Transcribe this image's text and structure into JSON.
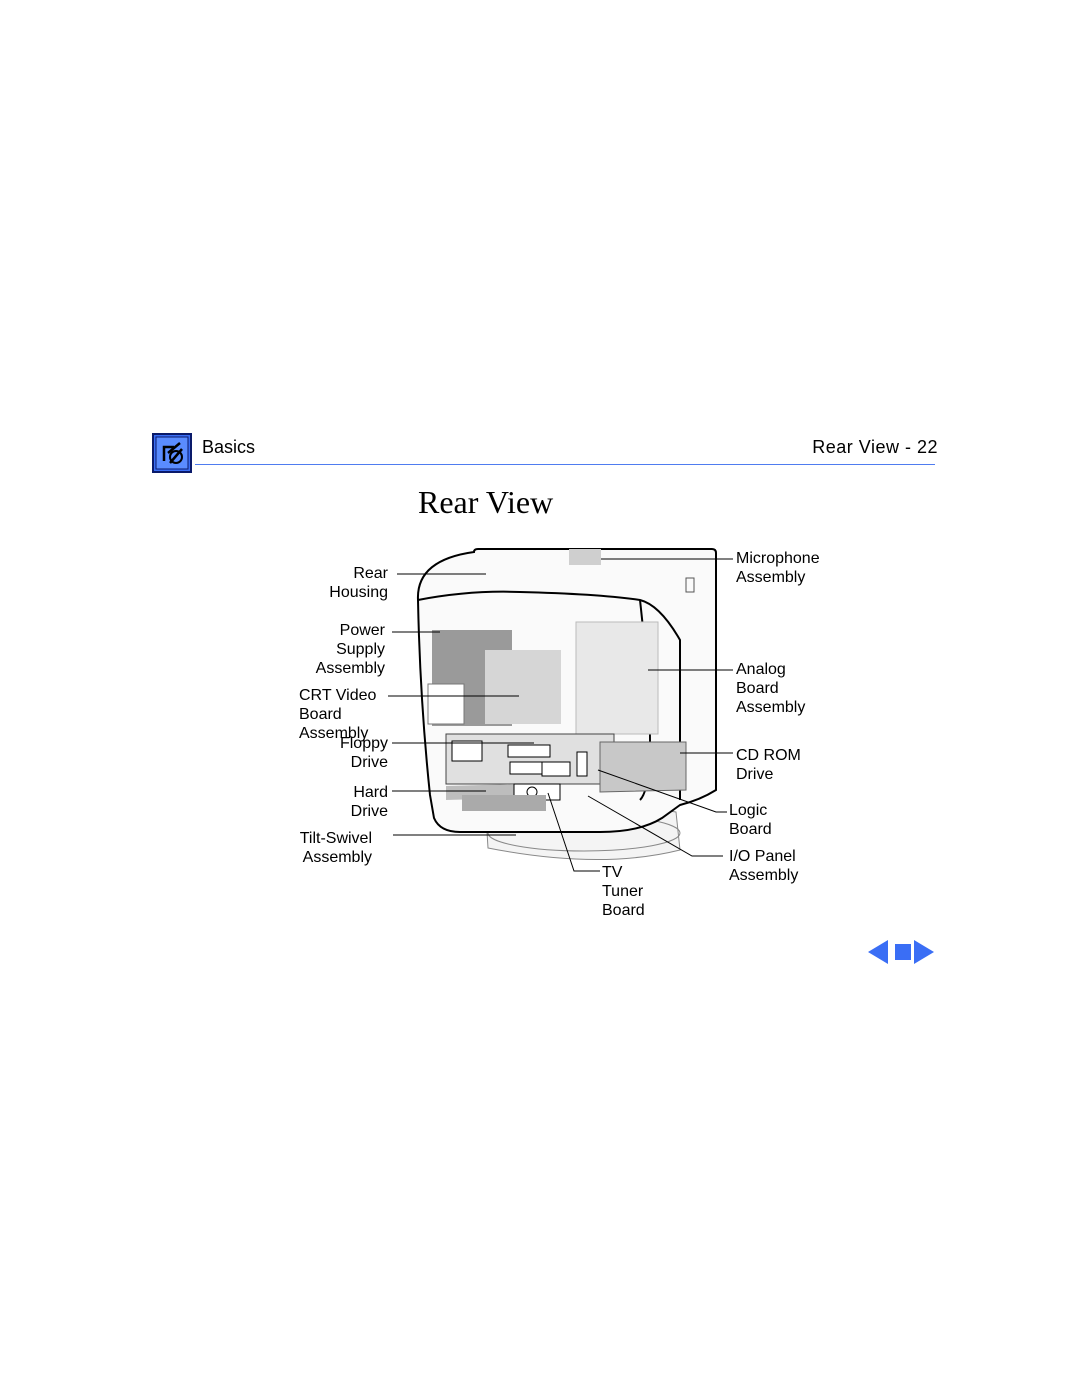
{
  "header": {
    "section": "Basics",
    "page_label": "Rear View - 22",
    "accent_color": "#4f7cf0",
    "icon": "apple-toolbox-icon"
  },
  "title": "Rear View",
  "labels": {
    "rear_housing": "Rear\nHousing",
    "power_supply": "Power\nSupply\nAssembly",
    "crt_video": "CRT Video\nBoard\nAssembly",
    "floppy": "Floppy\nDrive",
    "hard_drive": "Hard\nDrive",
    "tilt_swivel": "Tilt-Swivel\nAssembly",
    "microphone": "Microphone\nAssembly",
    "analog": "Analog\nBoard\nAssembly",
    "cd_rom": "CD ROM\nDrive",
    "logic": "Logic\nBoard",
    "io_panel": "I/O Panel\nAssembly",
    "tv_tuner": "TV\nTuner\nBoard"
  },
  "nav": {
    "prev_icon": "previous-page-icon",
    "toc_icon": "contents-icon",
    "next_icon": "next-page-icon",
    "color": "#3a6ef5"
  }
}
